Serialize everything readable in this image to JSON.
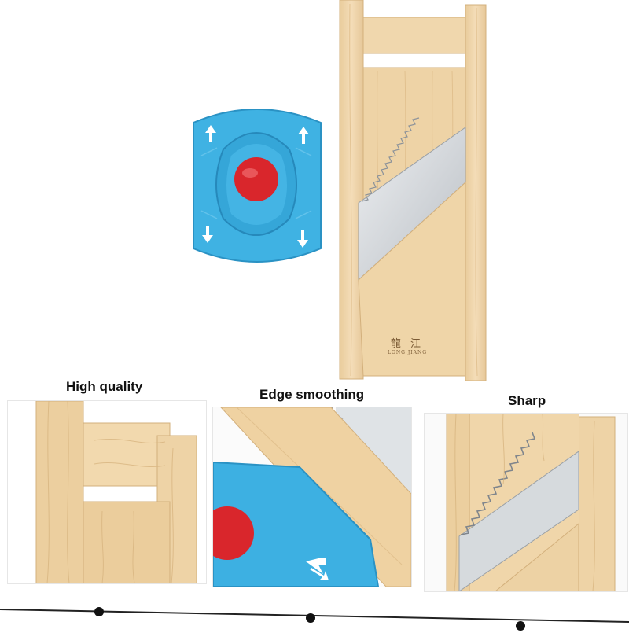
{
  "brand": {
    "name_cn": "龍 江",
    "name_en": "LONG JIANG"
  },
  "features": [
    {
      "caption": "High quality"
    },
    {
      "caption": "Edge smoothing"
    },
    {
      "caption": "Sharp"
    }
  ],
  "colors": {
    "wood_light": "#f3dcb6",
    "wood_mid": "#ead0a2",
    "wood_dark": "#d9b885",
    "blade": "#d2d6da",
    "guard_blue": "#3aaee0",
    "button_red": "#d9262c",
    "timeline": "#222222"
  },
  "icons": [
    "arrow-up-icon",
    "arrow-down-icon"
  ]
}
